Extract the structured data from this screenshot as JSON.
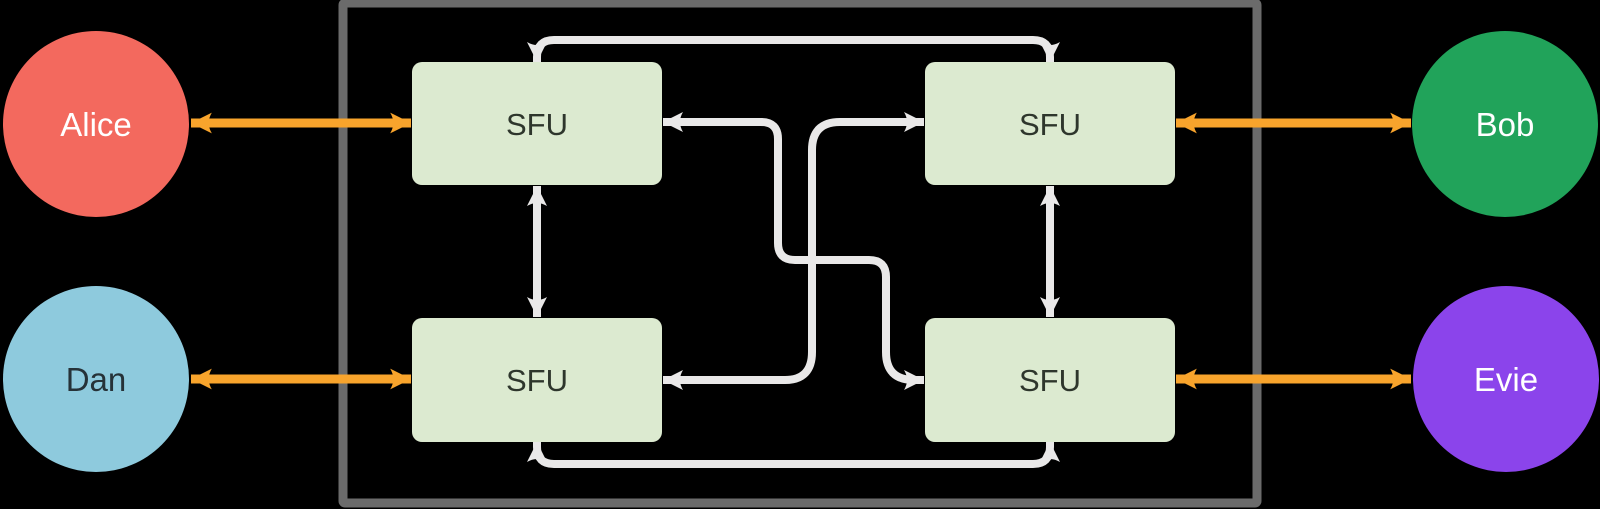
{
  "diagram_type": "SFU cascade mesh with participants",
  "participants": [
    {
      "name": "Alice",
      "fill": "#f3695e",
      "text_color": "#ffffff",
      "position": "top-left"
    },
    {
      "name": "Bob",
      "fill": "#21a35a",
      "text_color": "#ffffff",
      "position": "top-right"
    },
    {
      "name": "Dan",
      "fill": "#8ecadd",
      "text_color": "#263238",
      "position": "bottom-left"
    },
    {
      "name": "Evie",
      "fill": "#8b44eb",
      "text_color": "#ffffff",
      "position": "bottom-right"
    }
  ],
  "sfu_nodes": [
    {
      "label": "SFU",
      "position": "top-left"
    },
    {
      "label": "SFU",
      "position": "top-right"
    },
    {
      "label": "SFU",
      "position": "bottom-left"
    },
    {
      "label": "SFU",
      "position": "bottom-right"
    }
  ],
  "edges": [
    {
      "from": "Alice",
      "to": "SFU-1",
      "color": "orange",
      "bidirectional": true,
      "route": "straight"
    },
    {
      "from": "Bob",
      "to": "SFU-2",
      "color": "orange",
      "bidirectional": true,
      "route": "straight"
    },
    {
      "from": "Dan",
      "to": "SFU-3",
      "color": "orange",
      "bidirectional": true,
      "route": "straight"
    },
    {
      "from": "Evie",
      "to": "SFU-4",
      "color": "orange",
      "bidirectional": true,
      "route": "straight"
    },
    {
      "from": "SFU-1",
      "to": "SFU-2",
      "color": "gray",
      "bidirectional": true,
      "route": "top-arc"
    },
    {
      "from": "SFU-3",
      "to": "SFU-4",
      "color": "gray",
      "bidirectional": true,
      "route": "bottom-arc"
    },
    {
      "from": "SFU-1",
      "to": "SFU-3",
      "color": "gray",
      "bidirectional": true,
      "route": "vertical"
    },
    {
      "from": "SFU-2",
      "to": "SFU-4",
      "color": "gray",
      "bidirectional": true,
      "route": "vertical"
    },
    {
      "from": "SFU-1",
      "to": "SFU-4",
      "color": "gray",
      "bidirectional": true,
      "route": "elbow-cross"
    },
    {
      "from": "SFU-3",
      "to": "SFU-2",
      "color": "gray",
      "bidirectional": true,
      "route": "elbow-cross"
    }
  ],
  "colors": {
    "background": "#000000",
    "boundary_border": "#6b6b6b",
    "sfu_box_fill": "#dcead0",
    "sfu_text": "#2e362c",
    "arrow_orange": "#f8a42c",
    "arrow_gray": "#e9e8e8"
  }
}
